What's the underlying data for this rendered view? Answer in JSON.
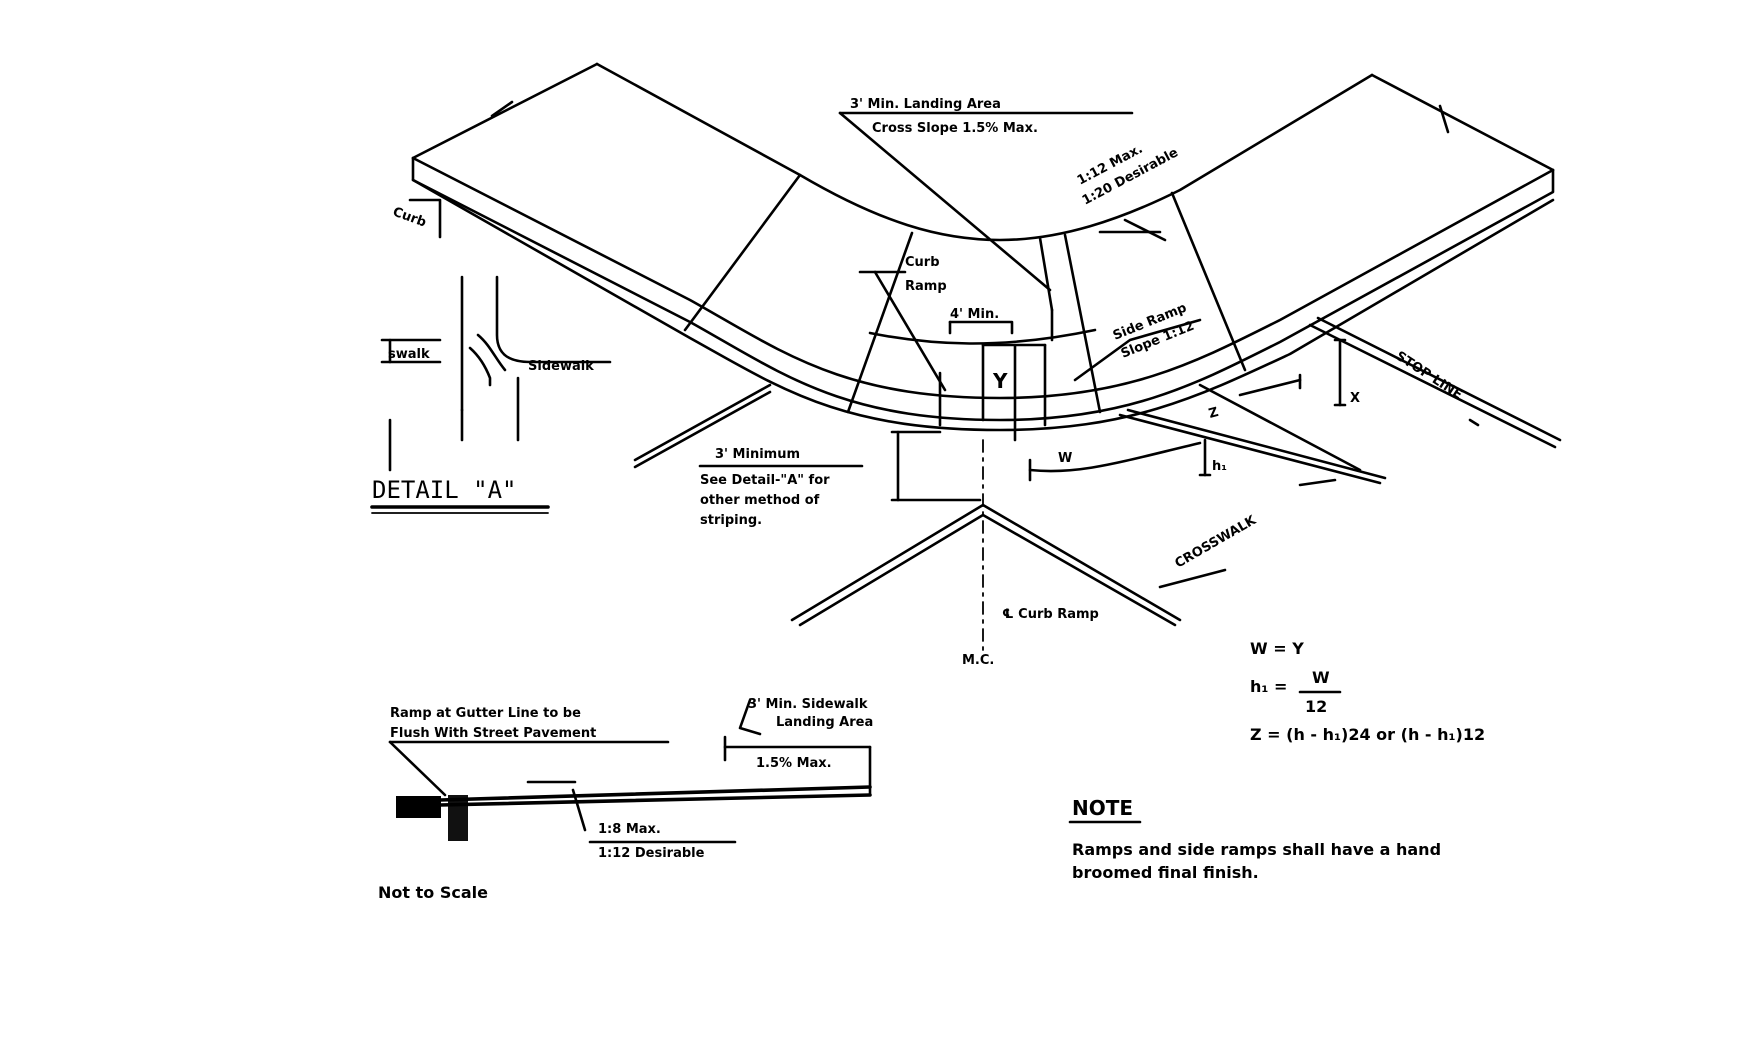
{
  "labels": {
    "landing_area": "3' Min. Landing Area",
    "cross_slope": "Cross Slope 1.5% Max.",
    "slope_max": "1:12 Max.",
    "slope_desirable": "1:20 Desirable",
    "curb": "Curb",
    "curb_ramp_1": "Curb",
    "curb_ramp_2": "Ramp",
    "four_min": "4' Min.",
    "y": "Y",
    "side_ramp_1": "Side Ramp",
    "side_ramp_2": "Slope 1:12",
    "stop_line": "STOP LINE",
    "x": "X",
    "z": "Z",
    "w": "W",
    "h1": "h₁",
    "crosswalk": "CROSSWALK",
    "three_minimum": "3' Minimum",
    "see_detail_1": "See Detail-\"A\" for",
    "see_detail_2": "other method of",
    "see_detail_3": "striping.",
    "cl_curb_ramp": "℄ Curb Ramp",
    "mc": "M.C.",
    "detail_a": "DETAIL  \"A\"",
    "crosswalk_short": "swalk",
    "sidewalk": "Sidewalk",
    "ramp_gutter_1": "Ramp at Gutter Line to be",
    "ramp_gutter_2": "Flush With Street Pavement",
    "sidewalk_landing_1": "3' Min. Sidewalk",
    "sidewalk_landing_2": "Landing Area",
    "slope_15": "1.5% Max.",
    "slope_18": "1:8 Max.",
    "slope_112": "1:12 Desirable",
    "not_to_scale": "Not to Scale",
    "formula_1": "W = Y",
    "formula_2_left": "h₁ =",
    "formula_2_num": "W",
    "formula_2_den": "12",
    "formula_3": "Z = (h - h₁)24 or (h - h₁)12",
    "note_title": "NOTE",
    "note_1": "Ramps and side ramps shall have a hand",
    "note_2": "broomed  final finish."
  }
}
